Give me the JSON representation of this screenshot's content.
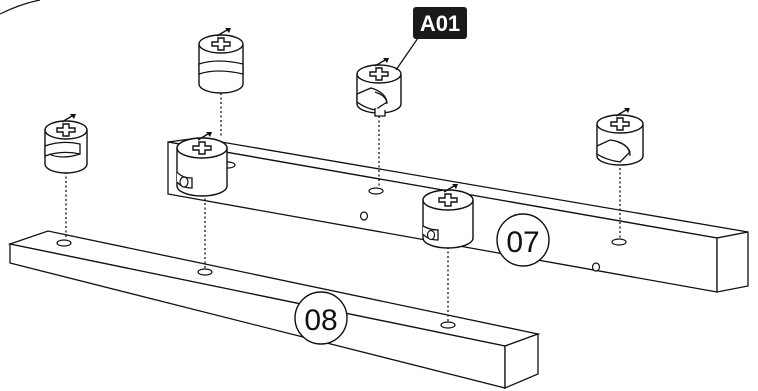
{
  "labels": {
    "part_a": "A01",
    "board_top": "07",
    "board_bottom": "08"
  },
  "colors": {
    "line": "#111111",
    "tag_background": "#1a1a1a",
    "tag_text": "#ffffff",
    "background": "#ffffff"
  },
  "icons": {
    "cam_lock": "cam-lock-fitting-icon",
    "dowel_hole": "hole-icon"
  }
}
